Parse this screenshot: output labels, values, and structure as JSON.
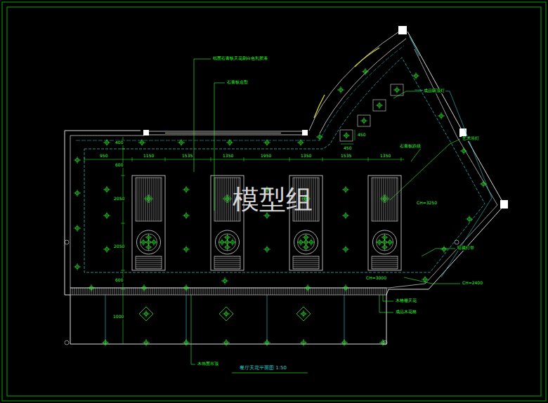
{
  "diagram": {
    "title": "餐厅天花平面图 1:50",
    "labels": [
      "模型组",
      "950",
      "1150",
      "1535",
      "1350",
      "1950",
      "1350",
      "1535",
      "1350",
      "400",
      "600",
      "2050",
      "2050",
      "600",
      "1000",
      "450",
      "450",
      "CH=3250",
      "CH=3000",
      "CH=2400",
      "纸面石膏板天花刷白色乳胶漆",
      "石膏板造型",
      "成品吸顶灯",
      "石膏板跌级",
      "艺术吊灯",
      "暗藏灯带",
      "木格栅天花",
      "成品木花格",
      "木饰面吊顶"
    ]
  }
}
